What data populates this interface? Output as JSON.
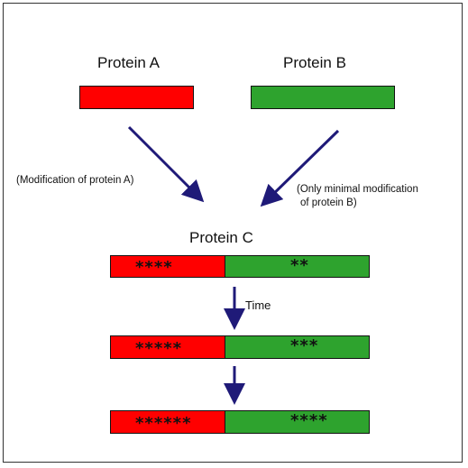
{
  "labels": {
    "protein_a": "Protein A",
    "protein_b": "Protein B",
    "protein_c": "Protein C",
    "mod_a": "(Modification of protein A)",
    "mod_b_line1": "(Only minimal modification",
    "mod_b_line2": "of protein B)",
    "time": "Time"
  },
  "colors": {
    "red": "#ff0000",
    "green": "#2ea32e",
    "arrow": "#1f1a78"
  },
  "rows": [
    {
      "left_stars": "****",
      "right_stars": "**"
    },
    {
      "left_stars": "*****",
      "right_stars": "***"
    },
    {
      "left_stars": "******",
      "right_stars": "****"
    }
  ]
}
